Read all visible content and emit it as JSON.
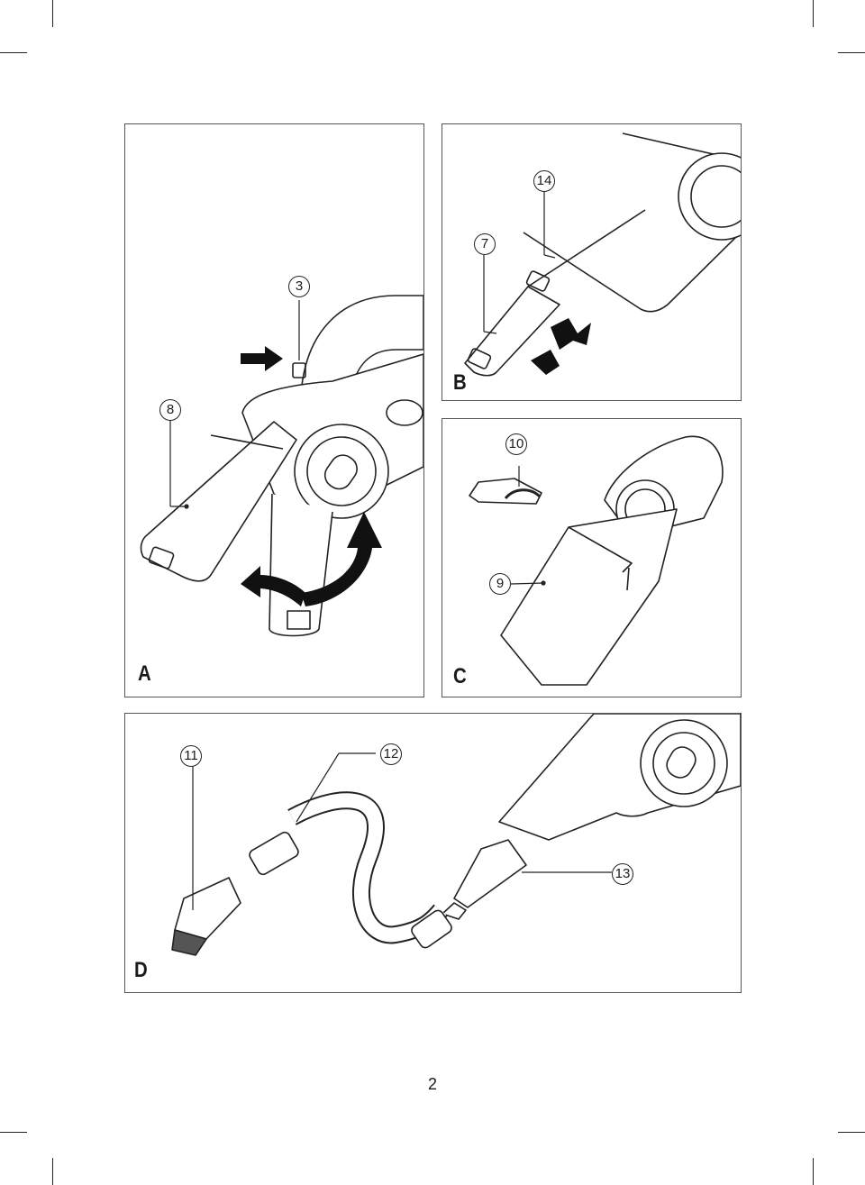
{
  "page_number": "2",
  "panels": {
    "A": {
      "label": "A",
      "callouts": {
        "c3": "3",
        "c8": "8"
      }
    },
    "B": {
      "label": "B",
      "callouts": {
        "c7": "7",
        "c14": "14"
      }
    },
    "C": {
      "label": "C",
      "callouts": {
        "c10": "10",
        "c9": "9"
      }
    },
    "D": {
      "label": "D",
      "callouts": {
        "c11": "11",
        "c12": "12",
        "c13": "13"
      }
    }
  }
}
